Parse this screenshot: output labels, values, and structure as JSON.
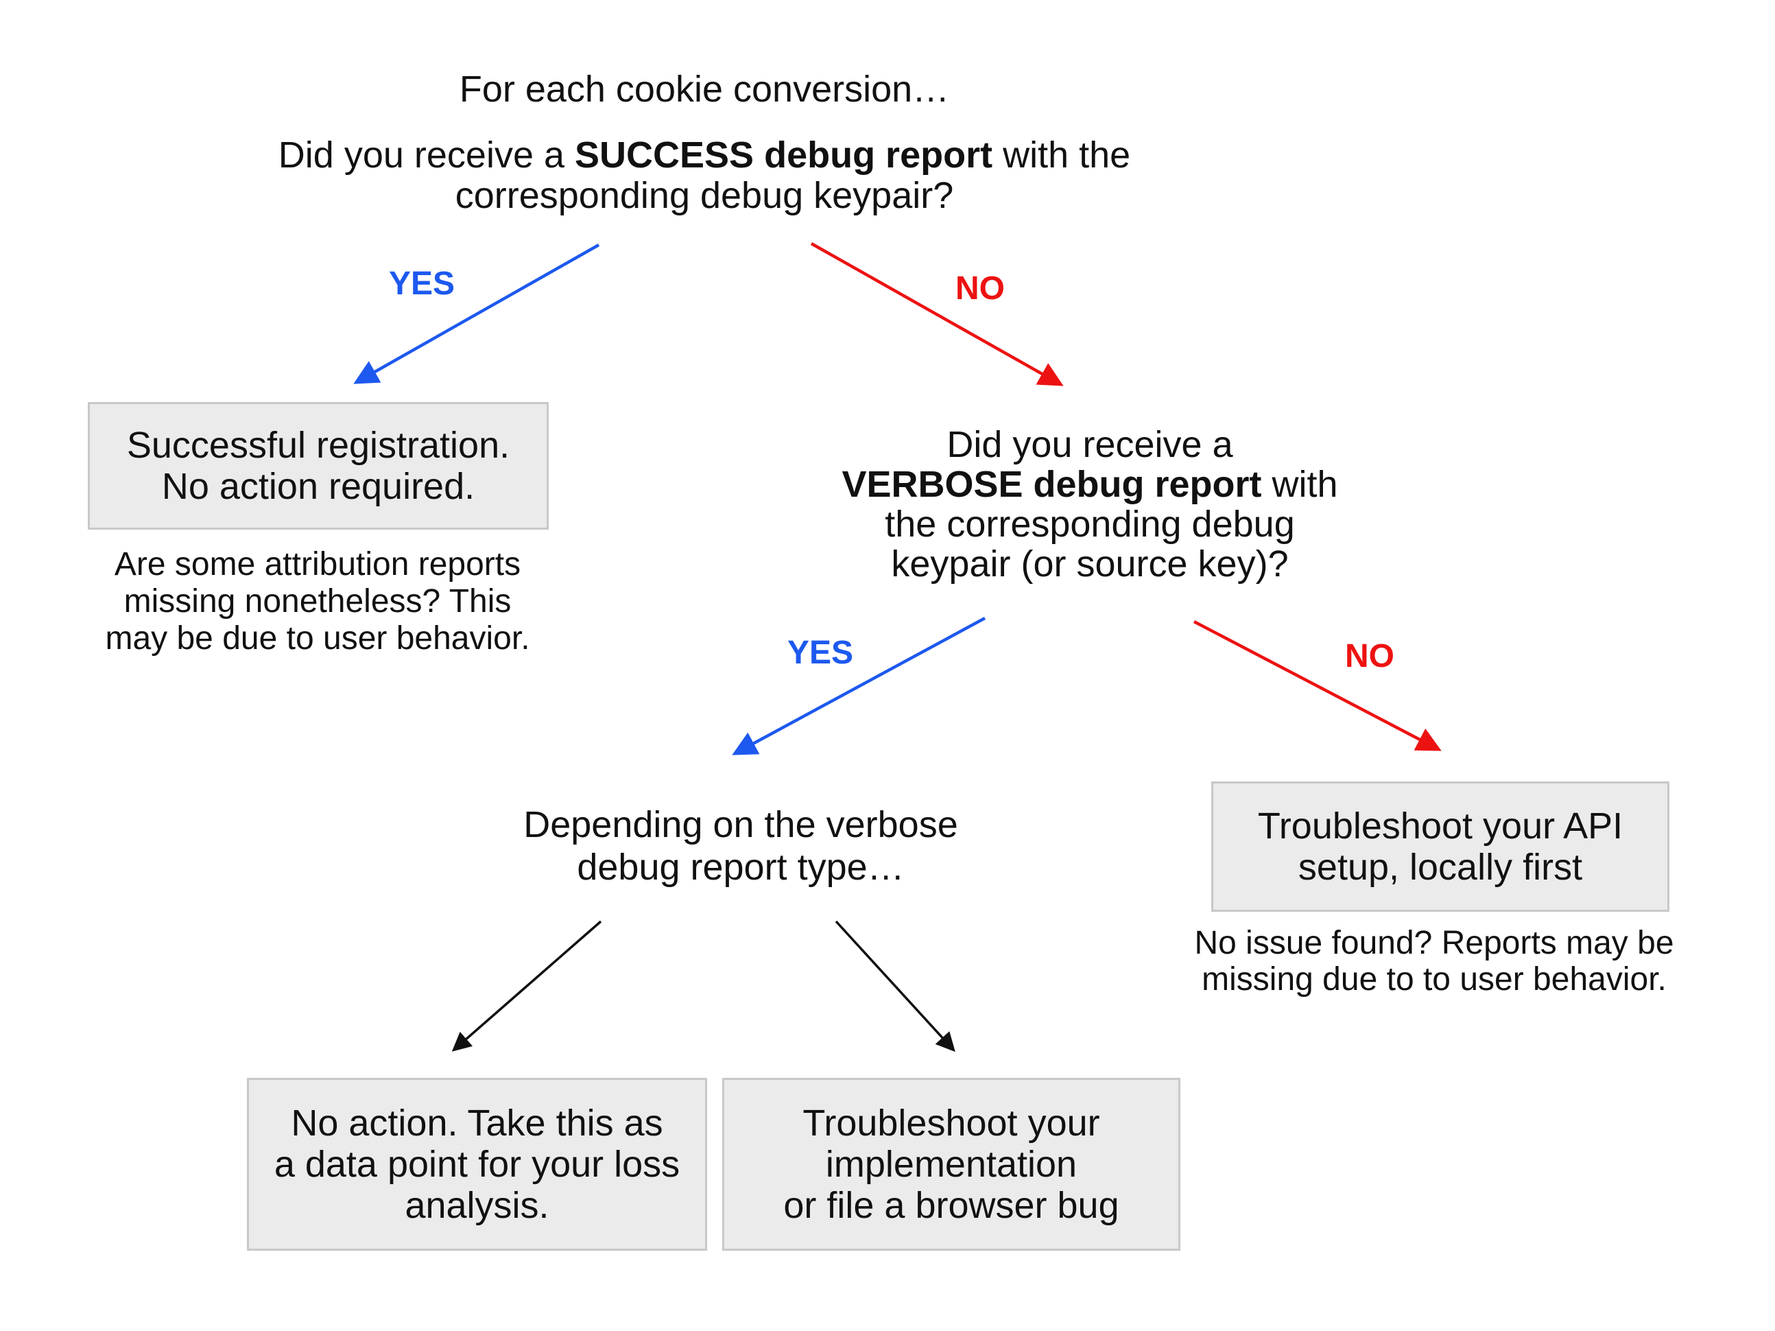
{
  "colors": {
    "yes_blue": "#1d59ef",
    "no_red": "#ed1212",
    "arrow_black": "#111111",
    "box_fill": "#ebebeb",
    "box_border": "#c8c8c8",
    "text": "#111111",
    "background": "#ffffff"
  },
  "diagram": {
    "root_question": {
      "intro": "For each cookie conversion…",
      "line1_pre": "Did you receive a ",
      "line1_bold": "SUCCESS debug report",
      "line1_post": " with the",
      "line2": "corresponding debug keypair?"
    },
    "branch1": {
      "yes_label": "YES",
      "no_label": "NO"
    },
    "success_box": {
      "line1": "Successful registration.",
      "line2": "No action required."
    },
    "success_note": {
      "line1": "Are some attribution reports",
      "line2": "missing nonetheless? This",
      "line3": "may be due to user behavior."
    },
    "verbose_question": {
      "line1": "Did you receive a",
      "line2_bold": "VERBOSE debug report",
      "line2_post": " with",
      "line3": "the corresponding debug",
      "line4": "keypair (or source key)?"
    },
    "branch2": {
      "yes_label": "YES",
      "no_label": "NO"
    },
    "depending": {
      "line1": "Depending on the verbose",
      "line2": "debug report type…"
    },
    "api_box": {
      "line1": "Troubleshoot your API",
      "line2": "setup, locally first"
    },
    "api_note": {
      "line1": "No issue found? Reports may be",
      "line2": "missing due to to user behavior."
    },
    "loss_box": {
      "line1": "No action. Take this as",
      "line2": "a data point for your loss",
      "line3": "analysis."
    },
    "impl_box": {
      "line1": "Troubleshoot your",
      "line2": "implementation",
      "line3": "or file a browser bug"
    }
  }
}
